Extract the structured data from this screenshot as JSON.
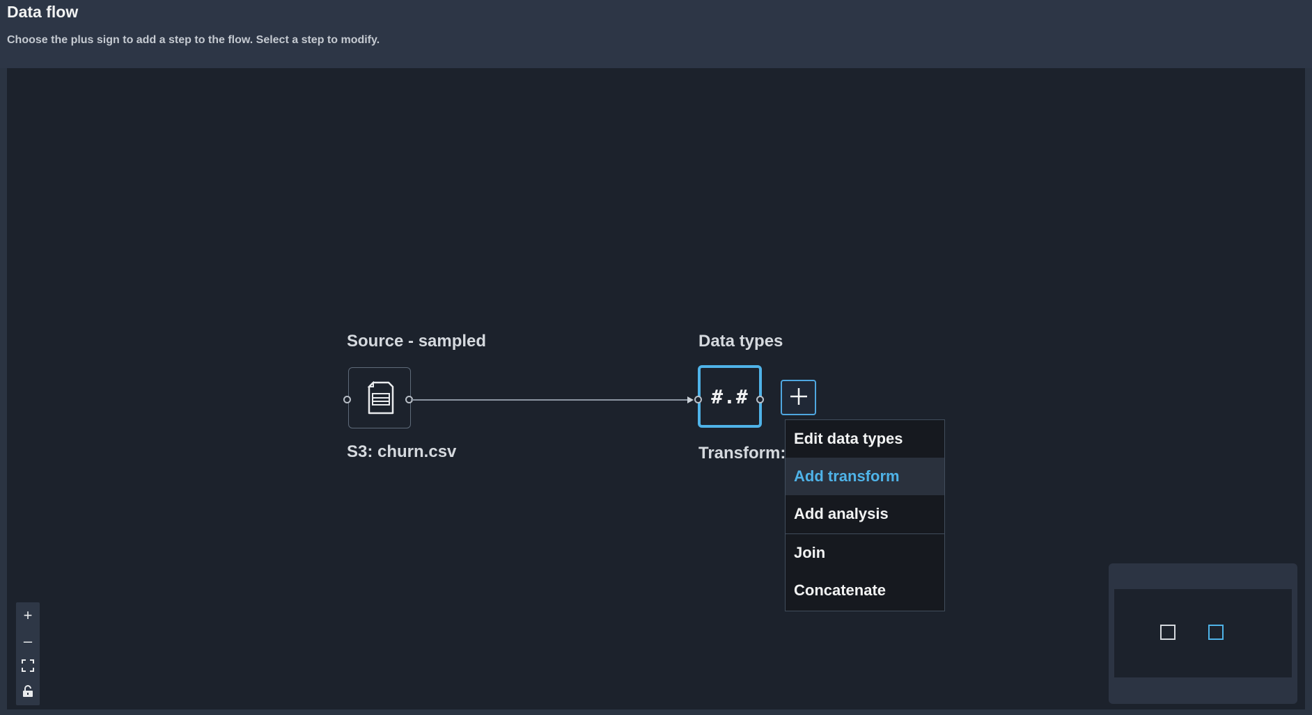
{
  "header": {
    "title": "Data flow",
    "subtitle": "Choose the plus sign to add a step to the flow. Select a step to modify."
  },
  "nodes": {
    "source": {
      "title": "Source - sampled",
      "caption": "S3: churn.csv",
      "icon": "document-table-icon"
    },
    "data_types": {
      "title": "Data types",
      "caption": "Transform:",
      "glyph": "#.#",
      "icon": "data-types-icon",
      "selected": true
    }
  },
  "add_step": {
    "icon": "plus-icon"
  },
  "dropdown": {
    "items": [
      {
        "label": "Edit data types",
        "highlighted": false
      },
      {
        "label": "Add transform",
        "highlighted": true
      },
      {
        "label": "Add analysis",
        "highlighted": false
      },
      {
        "label": "Join",
        "highlighted": false
      },
      {
        "label": "Concatenate",
        "highlighted": false
      }
    ]
  },
  "zoom_controls": {
    "zoom_in": "+",
    "zoom_out": "–",
    "fit_icon": "fit-view-icon",
    "lock_icon": "lock-icon"
  },
  "colors": {
    "accent": "#4fb3e8",
    "canvas": "#1c222c",
    "header": "#2d3646",
    "menu": "#16191f"
  }
}
